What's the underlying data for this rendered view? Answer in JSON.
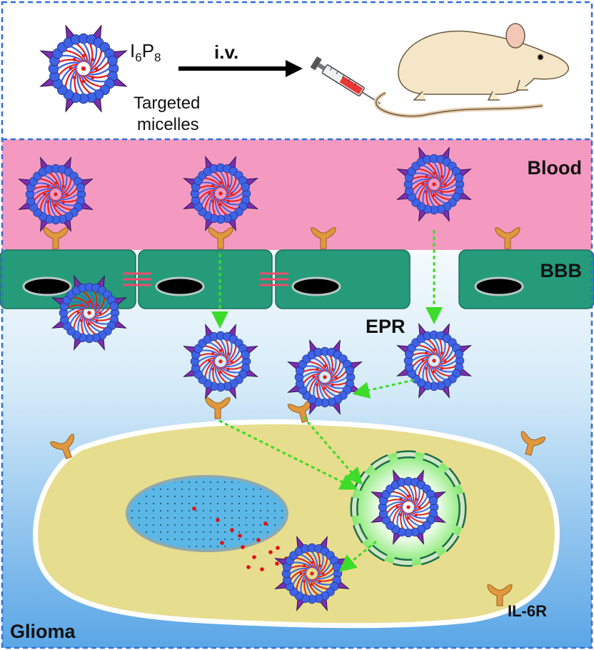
{
  "legend": {
    "name_base": "I",
    "name_sub1": "6",
    "name_mid": "P",
    "name_sub2": "8",
    "caption_line1": "Targeted",
    "caption_line2": "micelles"
  },
  "route_label": "i.v.",
  "blood_label": "Blood",
  "bbb_label": "BBB",
  "epr_label": "EPR",
  "receptor_label": "IL-6R",
  "glioma_label": "Glioma",
  "colors": {
    "frame": "#2f6fd8",
    "blood": "#f49ac1",
    "bbb": "#259b7a",
    "glioma_top": "#eaf5fc",
    "glioma_bottom": "#5aa6e6",
    "cell": "#e7dd8e",
    "nucleus": "#5ab7e6",
    "receptor": "#e0983f",
    "micelle_head": "#3f63e6",
    "micelle_spike": "#7a2fb0",
    "micelle_core": "#e02020",
    "arrow": "#3ddb2a",
    "drug": "#e01010"
  }
}
